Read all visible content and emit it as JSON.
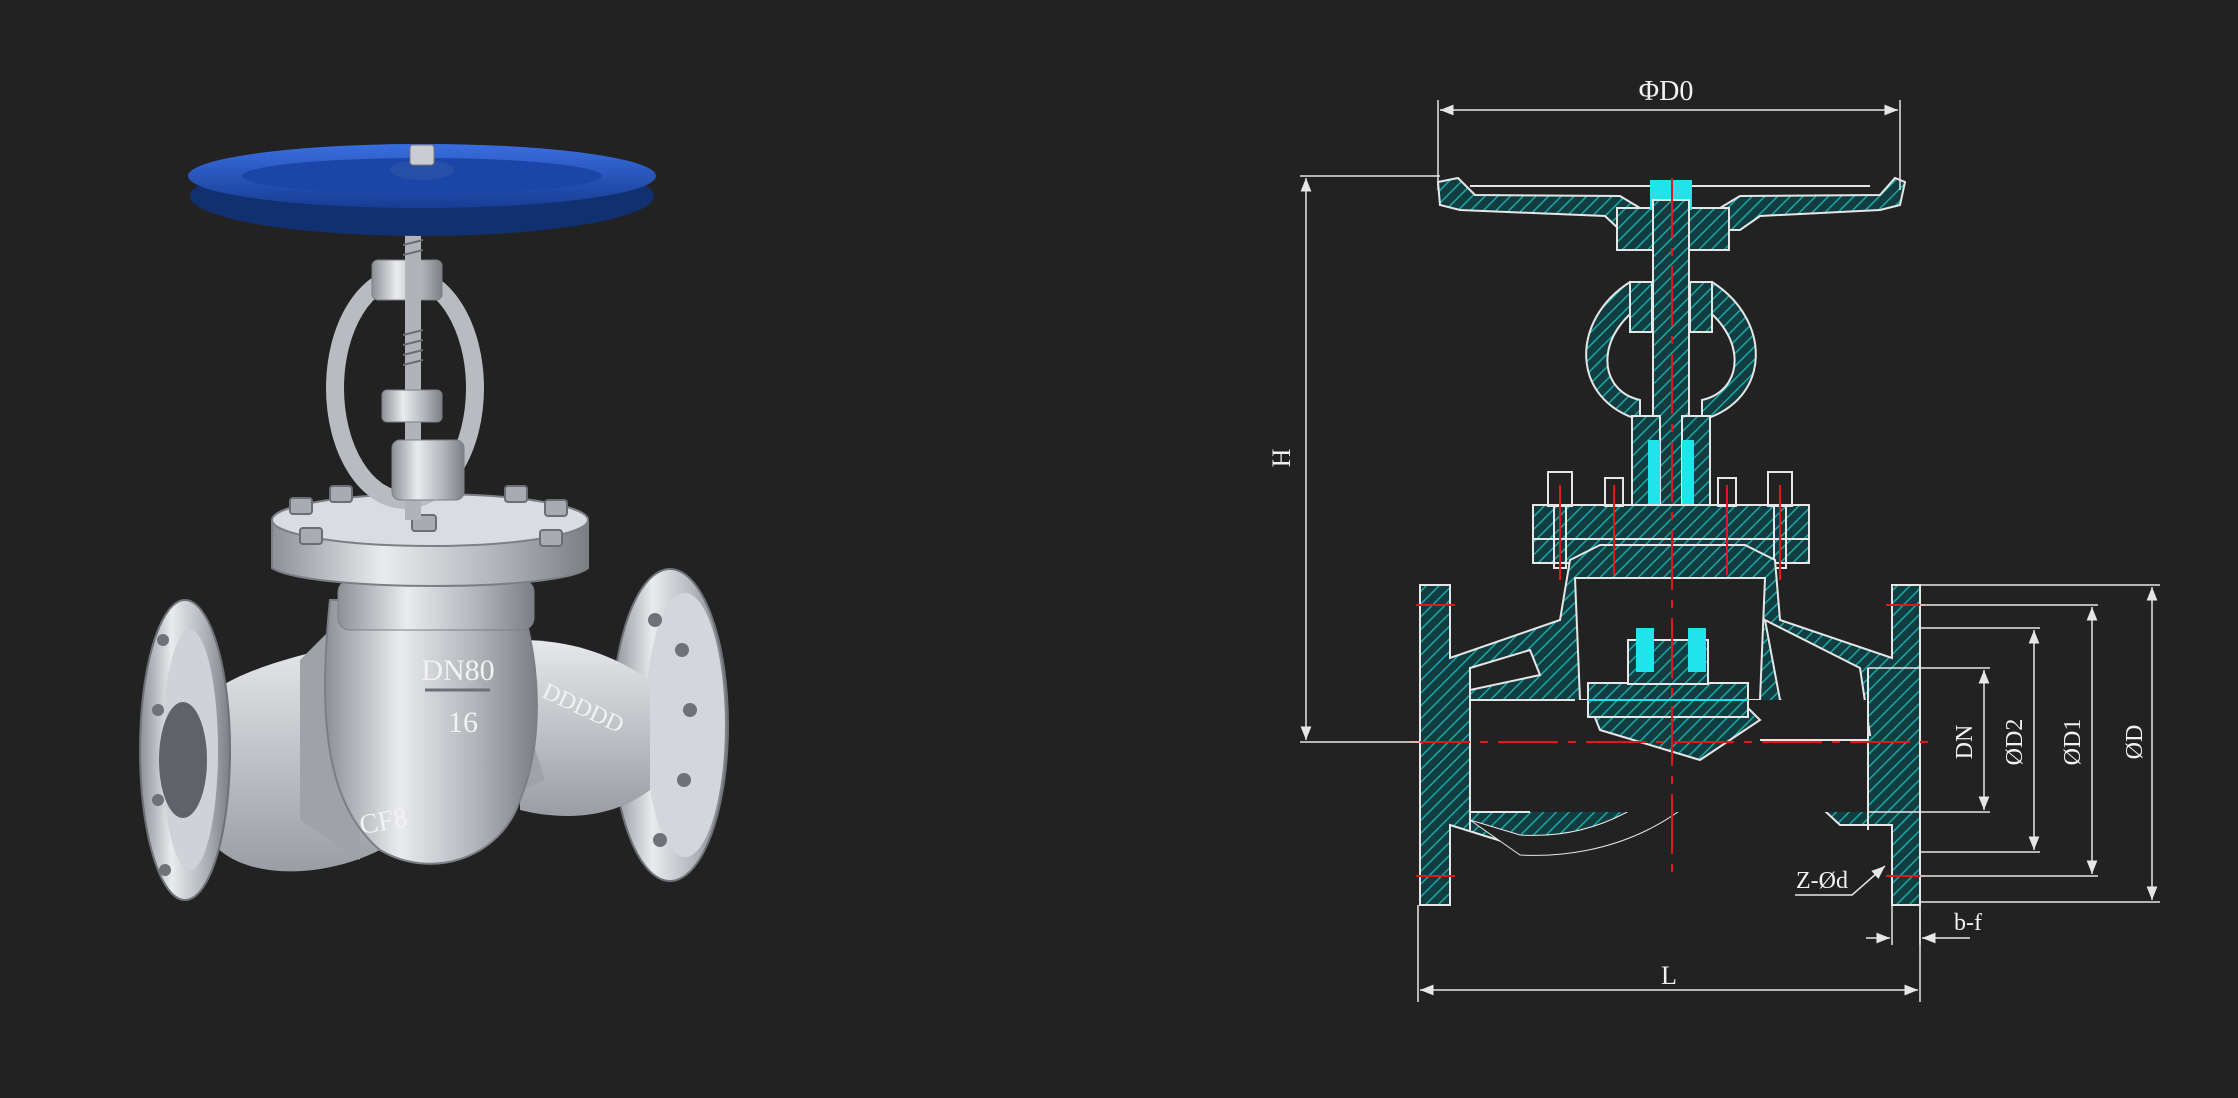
{
  "colors": {
    "background": "#222222",
    "wheel_blue": "#1f4fb8",
    "steel": "#c4c7cc",
    "hatch": "#1aa7a7",
    "highlight": "#22e3ea",
    "centerline": "#e3161b",
    "dimension": "#e6e6e6"
  },
  "photo": {
    "body_mark_1": "DN80",
    "body_mark_2": "16",
    "body_mark_3": "CF8",
    "side_mark": "DDDDD"
  },
  "drawing": {
    "dim_handwheel": "ΦD0",
    "dim_height": "H",
    "dim_length": "L",
    "dim_dn": "DN",
    "dim_d2": "ØD2",
    "dim_d1": "ØD1",
    "dim_d": "ØD",
    "dim_bolt": "Z-Ød",
    "dim_flange": "b-f"
  }
}
